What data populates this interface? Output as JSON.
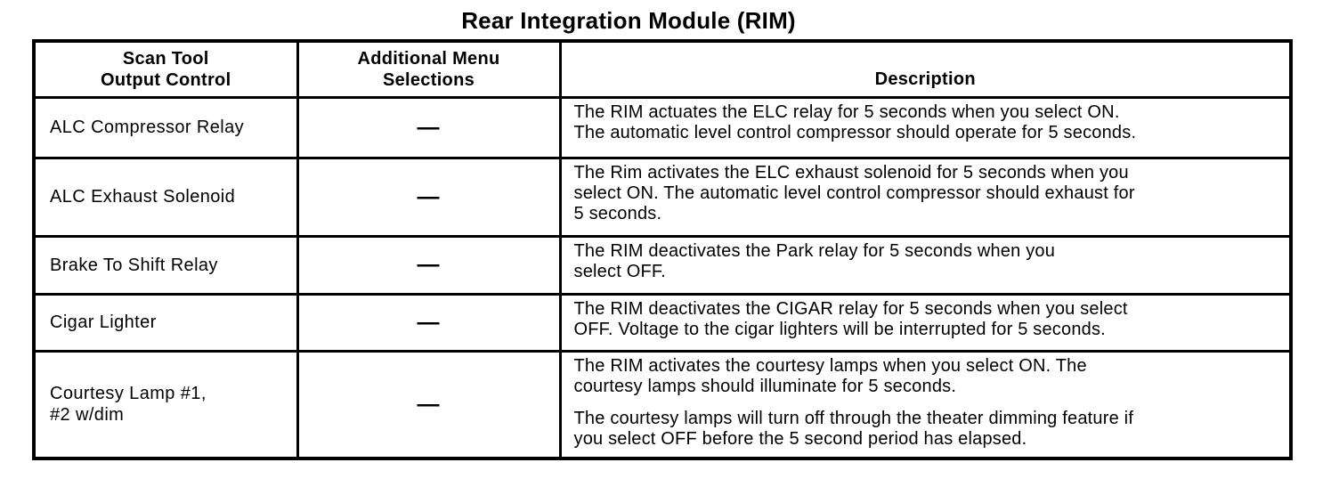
{
  "title": "Rear Integration Module (RIM)",
  "colors": {
    "ink": "#000000",
    "paper": "#ffffff",
    "border": "#000000"
  },
  "table": {
    "headers": {
      "output_control": "Scan Tool\nOutput Control",
      "menu_selections": "Additional Menu\nSelections",
      "description": "Description"
    },
    "rows": [
      {
        "control": "ALC Compressor Relay",
        "menu": "—",
        "description": [
          "The RIM actuates the ELC relay for 5 seconds when you select ON.\nThe automatic level control compressor should operate for 5 seconds."
        ]
      },
      {
        "control": "ALC Exhaust Solenoid",
        "menu": "—",
        "description": [
          "The Rim activates the ELC exhaust solenoid for 5 seconds when you\nselect ON. The automatic level control compressor should exhaust for\n5 seconds."
        ]
      },
      {
        "control": "Brake To Shift Relay",
        "menu": "—",
        "description": [
          "The RIM deactivates the Park relay for 5 seconds when you\nselect OFF."
        ]
      },
      {
        "control": "Cigar Lighter",
        "menu": "—",
        "description": [
          "The RIM deactivates the CIGAR relay for 5 seconds when you select\nOFF. Voltage to the cigar lighters will be interrupted for 5 seconds."
        ]
      },
      {
        "control": "Courtesy Lamp #1,\n#2 w/dim",
        "menu": "—",
        "description": [
          "The RIM activates the courtesy lamps when you select ON. The\ncourtesy lamps should illuminate for 5 seconds.",
          "The courtesy lamps will turn off through the theater dimming feature if\nyou select OFF before the 5 second period has elapsed."
        ]
      }
    ]
  }
}
